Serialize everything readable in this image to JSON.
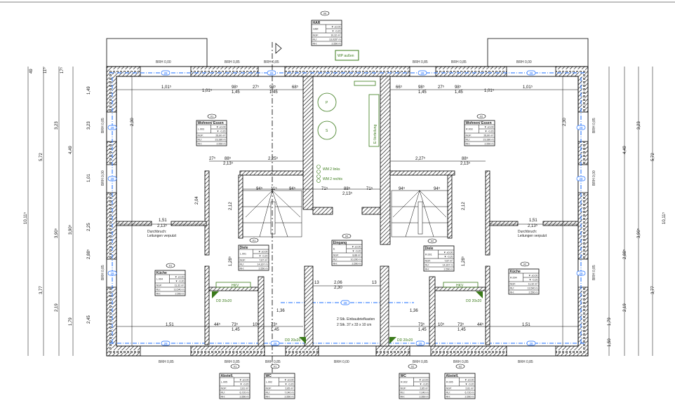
{
  "plan": {
    "labels": {
      "brh085": "BRH 0,85",
      "brh000": "BRH 0,00",
      "wp_aussen": "WP außen",
      "e_verteilung": "E-Verteilung",
      "wm_links": "WM 2 links",
      "wm_rechts": "WM 2 rechts",
      "durchbruch_1": "Durchbruch:",
      "durchbruch_2": "Leitungen verputzt",
      "hkv": "HKV",
      "dd": "DD 20x20",
      "brief_1": "2 Stk. Einbaubriefkasten",
      "brief_2": "2 Stk. 37 x 33 x 10 cm",
      "p": "P",
      "s": "S",
      "circ_00": "00",
      "circ_01": "01",
      "circ_02": "02",
      "window_num": "28"
    },
    "dims": {
      "d101": "1,01⁵",
      "d98": "98⁵",
      "d145": "1,45",
      "d27": "27⁵",
      "d68": "68⁵",
      "d66": "66⁵",
      "d225": "2,25⁵",
      "d227": "2,27⁵",
      "d88": "88⁵",
      "d213": "2,13⁵",
      "d71": "71⁵",
      "d94": "94⁵",
      "d11": "11⁵",
      "d151": "1,51",
      "d206": "2,06",
      "d230": "2,30",
      "d13": "13",
      "d136": "1,36",
      "d44": "44⁵",
      "d73": "73⁵",
      "d10": "10⁵",
      "d212": "2,12",
      "d204": "2,04",
      "d128": "1,28⁵",
      "d149": "1,49",
      "d1011": "10,11⁵",
      "d572": "5,72",
      "d377": "3,77",
      "d323": "3,23",
      "d449": "4,49",
      "d390": "3,90⁵",
      "d288": "2,88⁵",
      "d219": "2,19",
      "d179": "1,79",
      "d245": "2,45",
      "d150": "1,50",
      "d101b": "1,01",
      "d225b": "2,25",
      "d230b": "2,30",
      "d49": "49",
      "d17": "17⁵",
      "d11b": "11⁵"
    },
    "rooms": [
      {
        "name": "HAR",
        "code": "HAR",
        "level_top": "±0,00",
        "level_bot": "-0,20",
        "ngf": "10,32 m²",
        "ru": "13,026⁵ m",
        "rh": "2,550 m"
      },
      {
        "name": "Wohnen/ Essen",
        "code": "L.003",
        "level_top": "±0,00",
        "level_bot": "-0,20",
        "ngf": "26,80 m²",
        "ru": "23,380 m",
        "rh": "2,550 m"
      },
      {
        "name": "Wohnen/ Essen",
        "code": "R.003",
        "level_top": "±0,00",
        "level_bot": "-0,20",
        "ngf": "26,80 m²",
        "ru": "23,380 m",
        "rh": "2,550 m"
      },
      {
        "name": "Diele",
        "code": "L.001",
        "level_top": "±0,00",
        "level_bot": "-0,20",
        "ngf": "7,87 m²",
        "ru": "14,307 m",
        "rh": "2,550 m"
      },
      {
        "name": "Eingang",
        "code": "E",
        "level_top": "±0,00",
        "level_bot": "-0,20",
        "ngf": "8,88 m²",
        "ru": "10,280 m",
        "rh": "2,550 m"
      },
      {
        "name": "Diele",
        "code": "R.001",
        "level_top": "±0,00",
        "level_bot": "-0,20",
        "ngf": "7,87 m²",
        "ru": "14,307 m",
        "rh": "2,550 m"
      },
      {
        "name": "Küche",
        "code": "L.004",
        "level_top": "±0,00",
        "level_bot": "-0,20",
        "ngf": "11,32 m²",
        "ru": "13,540 m",
        "rh": "2,550 m"
      },
      {
        "name": "Küche",
        "code": "R.004",
        "level_top": "±0,00",
        "level_bot": "-0,20",
        "ngf": "11,32 m²",
        "ru": "13,540 m",
        "rh": "2,550 m"
      },
      {
        "name": "Abstell.",
        "code": "L.005",
        "level_top": "±0,00",
        "level_bot": "-0,20",
        "ngf": "2,81 m²",
        "ru": "6,720 m",
        "rh": "2,550 m"
      },
      {
        "name": "WC",
        "code": "L.002",
        "level_top": "±0,00",
        "level_bot": "-0,20",
        "ngf": "2,85 m²",
        "ru": "7,040 m",
        "rh": "2,550 m"
      },
      {
        "name": "WC",
        "code": "R.002",
        "level_top": "±0,00",
        "level_bot": "-0,20",
        "ngf": "2,85 m²",
        "ru": "7,040 m",
        "rh": "2,550 m"
      },
      {
        "name": "Abstell.",
        "code": "R.005",
        "level_top": "±0,00",
        "level_bot": "-0,20",
        "ngf": "2,81 m²",
        "ru": "6,720 m",
        "rh": "2,550 m"
      }
    ],
    "row_labels": {
      "ngf": "NGF:",
      "ru": "RU:",
      "rh": "RH:"
    }
  }
}
